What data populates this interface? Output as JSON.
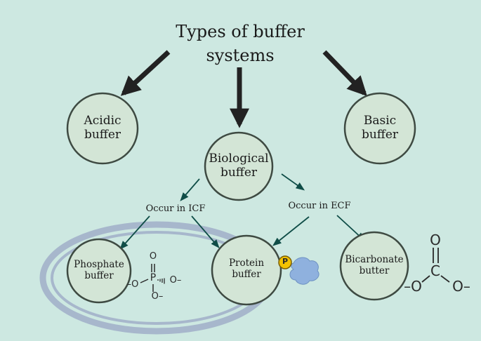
{
  "title": {
    "line1": "Types of buffer",
    "line2": "systems"
  },
  "nodes": {
    "acidic": {
      "line1": "Acidic",
      "line2": "buffer"
    },
    "biological": {
      "line1": "Biological",
      "line2": "buffer"
    },
    "basic": {
      "line1": "Basic",
      "line2": "buffer"
    },
    "phosphate": {
      "line1": "Phosphate",
      "line2": "buffer"
    },
    "protein": {
      "line1": "Protein",
      "line2": "buffer"
    },
    "bicarbonate": {
      "line1": "Bicarbonate",
      "line2": "butter"
    }
  },
  "branches": {
    "icf": "Occur in ICF",
    "ecf": "Occur in ECF"
  },
  "phosphate_structure": {
    "top_o": "O",
    "p": "P",
    "left_o": "–O",
    "right_o": "O–",
    "bottom_o": "O–"
  },
  "carbonate_structure": {
    "top_o": "O",
    "c": "C",
    "left_o": "–O",
    "right_o": "O–"
  },
  "phospho_badge": "P",
  "colors": {
    "background": "#cde8e1",
    "node_fill": "#d3e5d6",
    "node_stroke": "#3e4a42",
    "arrow_dark": "#222222",
    "arrow_teal": "#0f4d47",
    "membrane": "#a7b7cc",
    "protein_blob": "#8fb1de",
    "badge": "#f2c200"
  }
}
